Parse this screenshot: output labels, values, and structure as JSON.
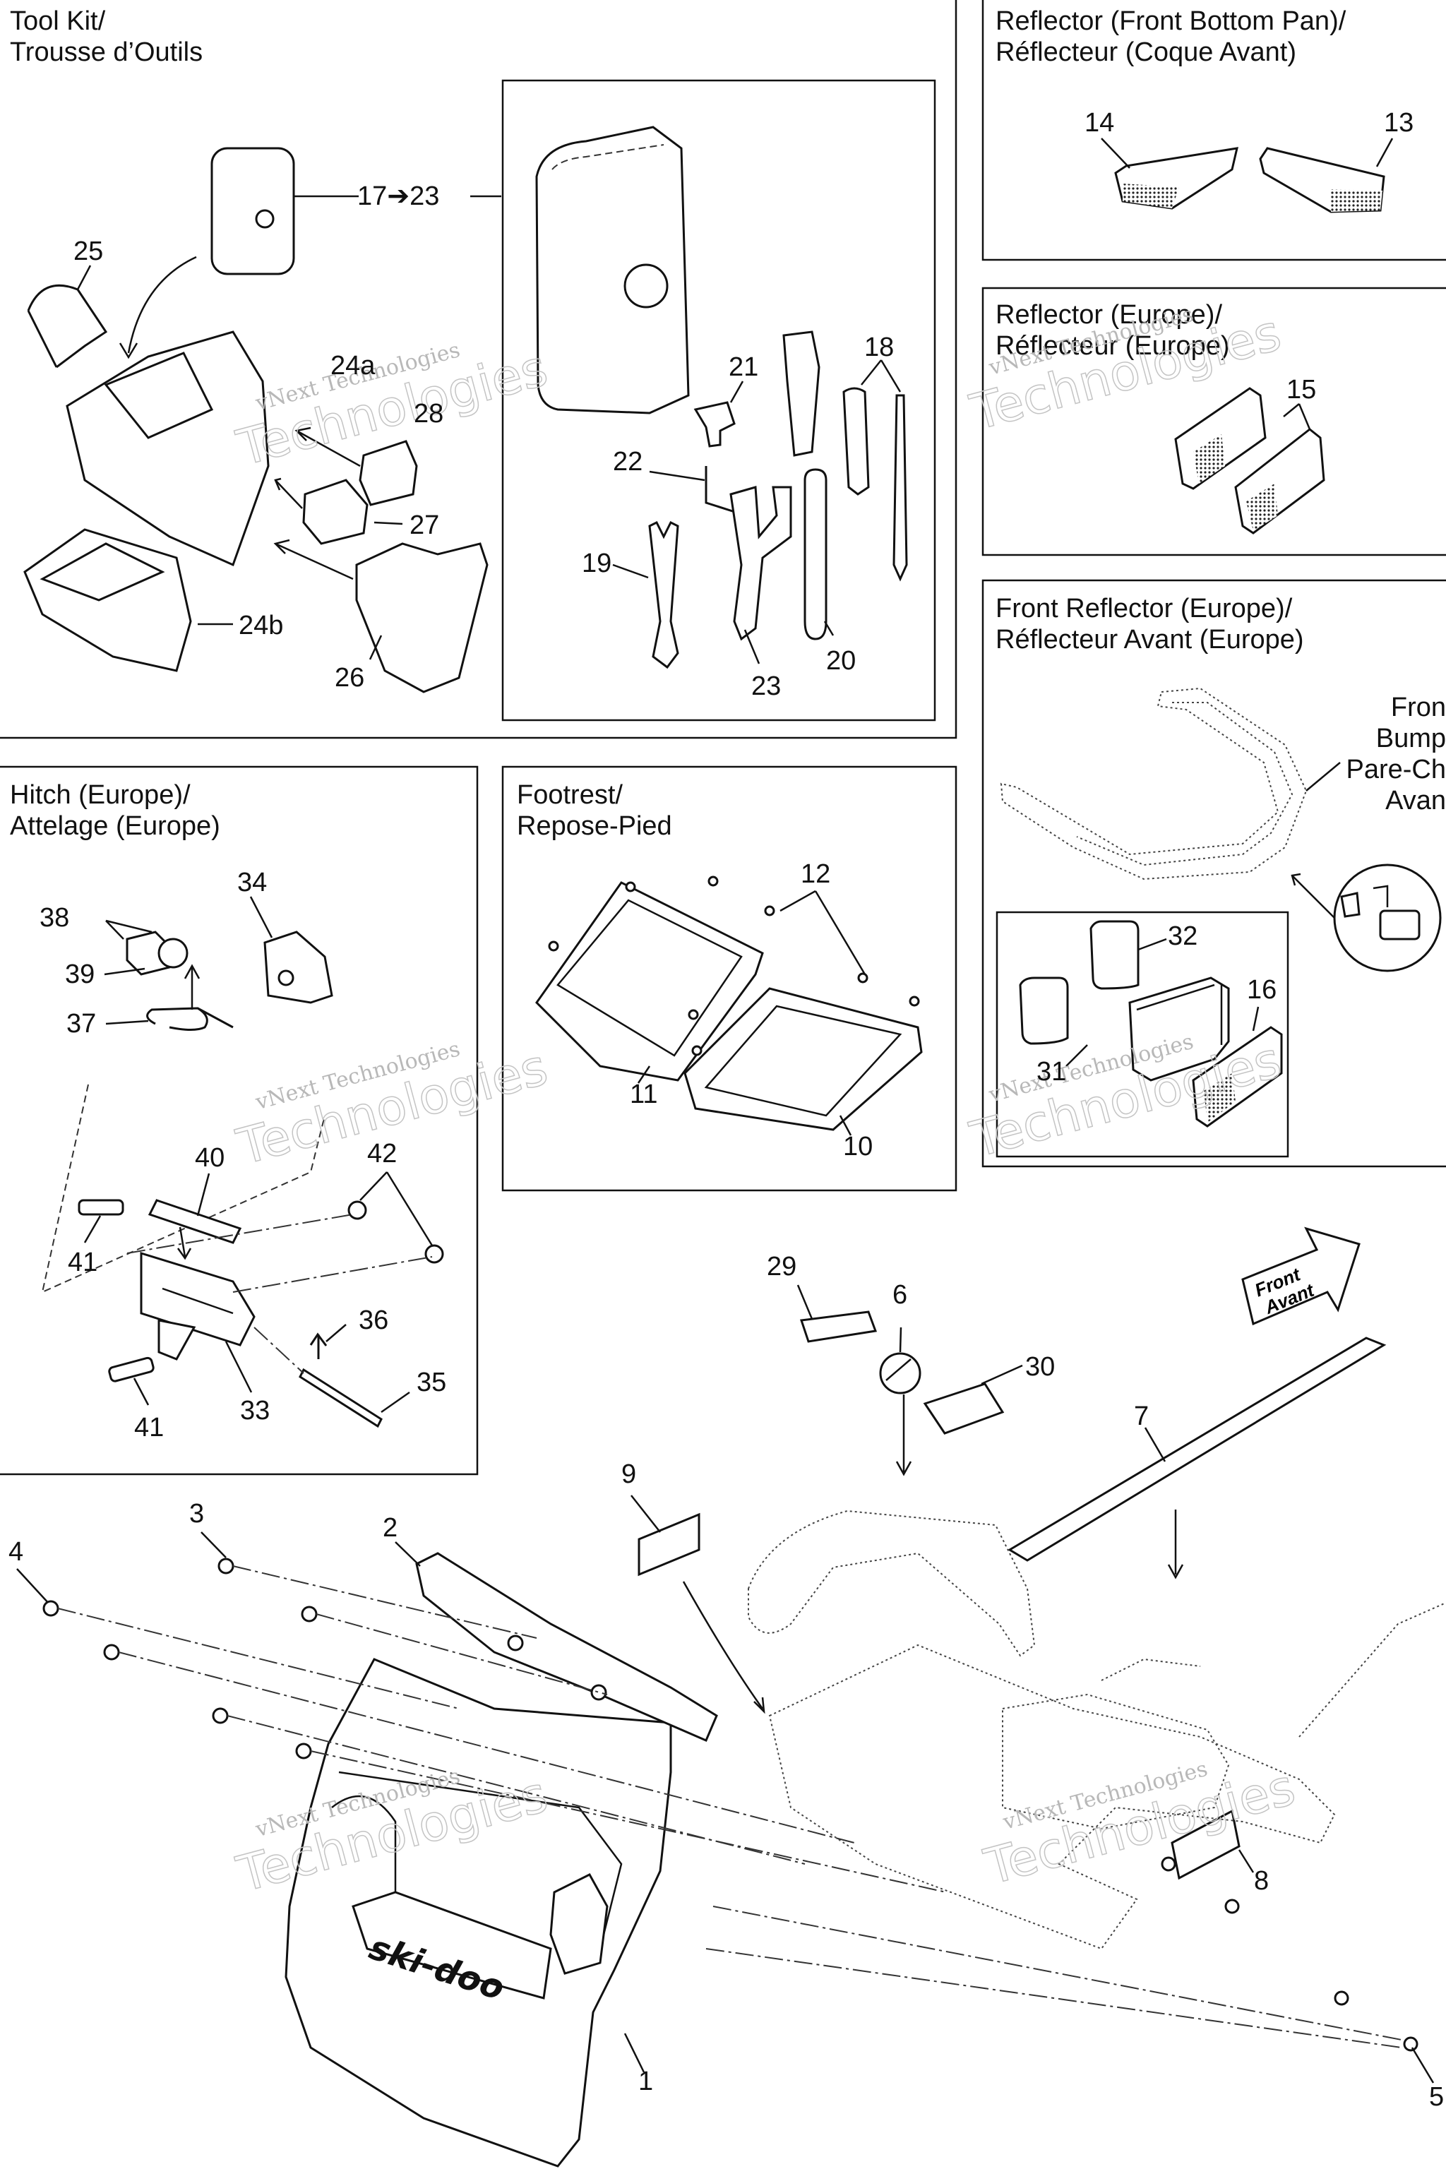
{
  "panels": {
    "toolkit": {
      "title_line1": "Tool Kit/",
      "title_line2": "Trousse d’Outils"
    },
    "reflector_front_bottom": {
      "title_line1": "Reflector (Front Bottom Pan)/",
      "title_line2": "Réflecteur (Coque Avant)"
    },
    "reflector_europe": {
      "title_line1": "Reflector (Europe)/",
      "title_line2": "Réflecteur (Europe)"
    },
    "front_reflector_europe": {
      "title_line1": "Front Reflector (Europe)/",
      "title_line2": "Réflecteur Avant (Europe)"
    },
    "hitch_europe": {
      "title_line1": "Hitch (Europe)/",
      "title_line2": "Attelage (Europe)"
    },
    "footrest": {
      "title_line1": "Footrest/",
      "title_line2": "Repose-Pied"
    }
  },
  "bumper_label": [
    "Fron",
    "Bump",
    "Pare-Ch",
    "Avan"
  ],
  "front_arrow": {
    "line1": "Front",
    "line2": "Avant"
  },
  "brand_logo": "ski-doo",
  "watermark": {
    "line1": "vNext Technologies",
    "line2": "Technologies"
  },
  "callouts": {
    "c1": "1",
    "c2": "2",
    "c3": "3",
    "c4": "4",
    "c5": "5",
    "c6": "6",
    "c7": "7",
    "c8": "8",
    "c9": "9",
    "c10": "10",
    "c11": "11",
    "c12": "12",
    "c13": "13",
    "c14": "14",
    "c15": "15",
    "c16": "16",
    "c17_23": "17➔23",
    "c18": "18",
    "c19": "19",
    "c20": "20",
    "c21": "21",
    "c22": "22",
    "c23": "23",
    "c24a": "24a",
    "c24b": "24b",
    "c25": "25",
    "c26": "26",
    "c27": "27",
    "c28": "28",
    "c29": "29",
    "c30": "30",
    "c31": "31",
    "c32": "32",
    "c33": "33",
    "c34": "34",
    "c35": "35",
    "c36": "36",
    "c37": "37",
    "c38": "38",
    "c39": "39",
    "c40": "40",
    "c41a": "41",
    "c41b": "41",
    "c42": "42"
  }
}
